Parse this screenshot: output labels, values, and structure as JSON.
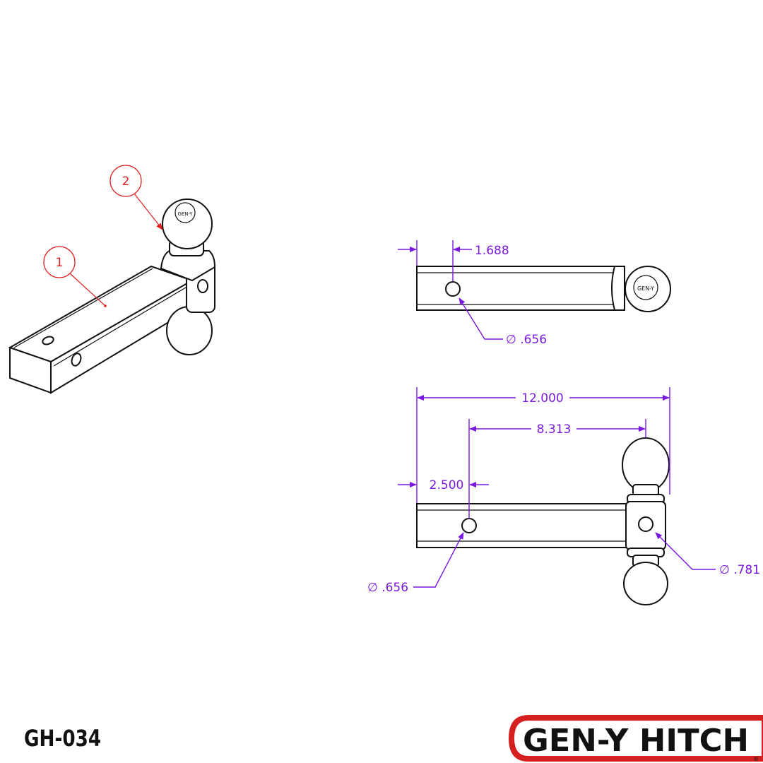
{
  "balloons": {
    "b1": "1",
    "b2": "2"
  },
  "dimensions": {
    "top_view": {
      "offset": "1.688",
      "hole_dia": "∅ .656"
    },
    "side_view": {
      "overall_length": "12.000",
      "hole_spacing": "8.313",
      "hole_offset": "2.500",
      "hole_dia": "∅ .656",
      "pin_hole_dia": "∅ .781"
    }
  },
  "part_number": "GH-034",
  "logo": {
    "text": "GEN-Y HITCH",
    "registered": "®"
  },
  "colors": {
    "dimension": "#7a18e0",
    "balloon": "#e02020",
    "logo_red": "#d62020"
  }
}
